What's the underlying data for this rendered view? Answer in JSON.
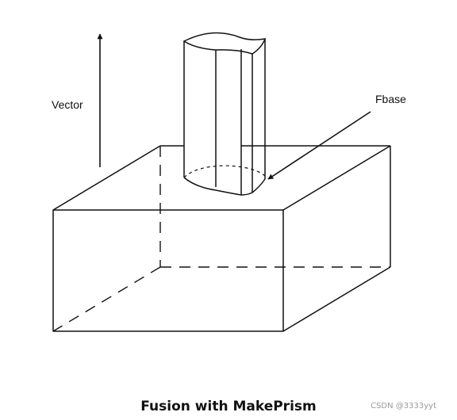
{
  "labels": {
    "vector": "Vector",
    "fbase": "Fbase"
  },
  "caption": "Fusion with MakePrism",
  "watermark": "CSDN @3333yyt",
  "colors": {
    "line": "#111111",
    "background": "#ffffff",
    "watermark": "#9a9a9a"
  }
}
